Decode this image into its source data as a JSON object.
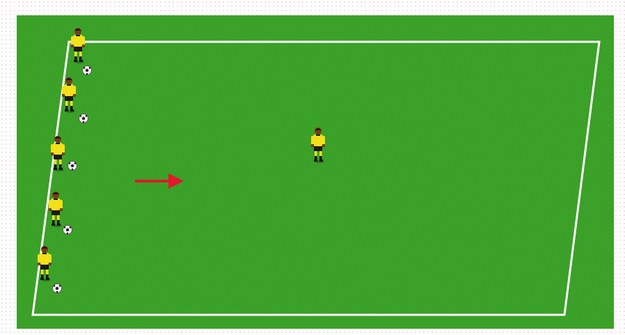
{
  "colors": {
    "page_bg": "#ffffff",
    "border_dots": "#e6b9c8",
    "pitch": "#2f9a1f",
    "pitch_dark": "#1f7f14",
    "lines": "#ffffff",
    "arrow": "#e0192d",
    "jersey": "#f2e01a",
    "shorts": "#1a1a1a",
    "skin": "#7a3d16"
  },
  "diagram": {
    "element_names": {
      "field": "soccer-field",
      "boundary": "field-boundary-lines",
      "arrow": "direction-arrow",
      "lead_player": "center-player",
      "line_player": "queue-player",
      "ball": "soccer-ball"
    },
    "counts": {
      "players_in_line": 5,
      "balls": 5
    }
  }
}
